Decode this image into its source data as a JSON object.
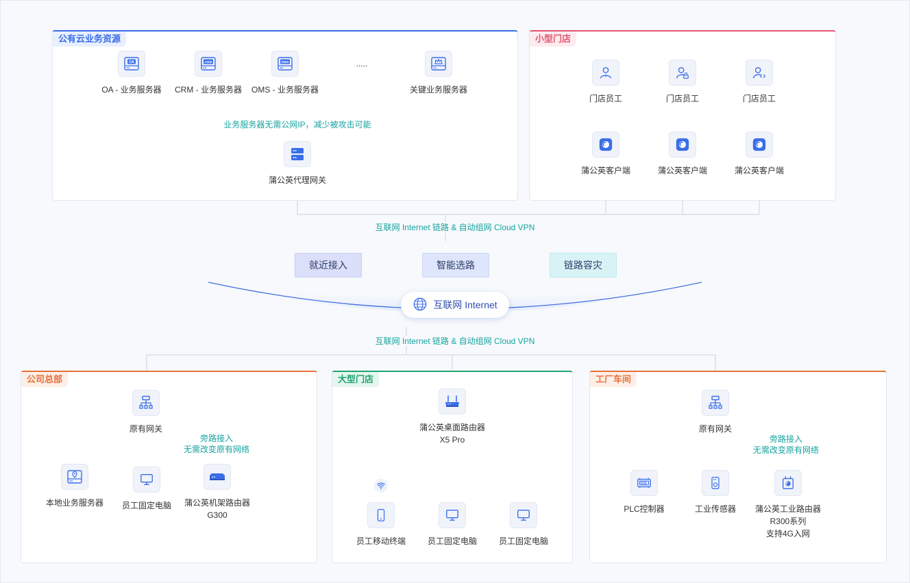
{
  "panels": {
    "cloud": {
      "title": "公有云业务资源",
      "accent": "#3a6ee8"
    },
    "small_store": {
      "title": "小型门店",
      "accent": "#e2536f"
    },
    "hq": {
      "title": "公司总部",
      "accent": "#e8703a"
    },
    "large_store": {
      "title": "大型门店",
      "accent": "#1fa46f"
    },
    "factory": {
      "title": "工厂车间",
      "accent": "#e8703a"
    }
  },
  "cloud": {
    "servers": [
      {
        "icon_text": "OA",
        "label": "OA - 业务服务器"
      },
      {
        "icon_text": "CRM",
        "label": "CRM - 业务服务器"
      },
      {
        "icon_text": "OMS",
        "label": "OMS - 业务服务器"
      },
      {
        "icon_text": "",
        "label": "....."
      },
      {
        "icon_text": "",
        "label": "关键业务服务器"
      }
    ],
    "note": "业务服务器无需公网IP，减少被攻击可能",
    "gateway": "蒲公英代理网关"
  },
  "small_store": {
    "employees": [
      "门店员工",
      "门店员工",
      "门店员工"
    ],
    "clients": [
      "蒲公英客户端",
      "蒲公英客户端",
      "蒲公英客户端"
    ]
  },
  "internet": {
    "vpn_label_top": "互联网 Internet 链路 & 自动组网 Cloud VPN",
    "vpn_label_bottom": "互联网 Internet 链路 & 自动组网 Cloud VPN",
    "features": [
      "就近接入",
      "智能选路",
      "链路容灾"
    ],
    "globe_label": "互联网 Internet"
  },
  "hq": {
    "gateway": "原有网关",
    "bypass_note_1": "旁路接入",
    "bypass_note_2": "无需改变原有网络",
    "devices": [
      {
        "label": "本地业务服务器",
        "sub": ""
      },
      {
        "label": "员工固定电脑",
        "sub": ""
      },
      {
        "label": "蒲公英机架路由器",
        "sub": "G300"
      }
    ]
  },
  "large_store": {
    "router": "蒲公英桌面路由器",
    "router_model": "X5 Pro",
    "devices": [
      "员工移动终端",
      "员工固定电脑",
      "员工固定电脑"
    ]
  },
  "factory": {
    "gateway": "原有网关",
    "bypass_note_1": "旁路接入",
    "bypass_note_2": "无需改变原有网络",
    "devices": [
      {
        "label": "PLC控制器",
        "sub1": "",
        "sub2": ""
      },
      {
        "label": "工业传感器",
        "sub1": "",
        "sub2": ""
      },
      {
        "label": "蒲公英工业路由器",
        "sub1": "R300系列",
        "sub2": "支持4G入网"
      }
    ]
  },
  "colors": {
    "icon_blue": "#3a6ee8",
    "teal": "#16a3a0",
    "line": "#d8dee9"
  }
}
